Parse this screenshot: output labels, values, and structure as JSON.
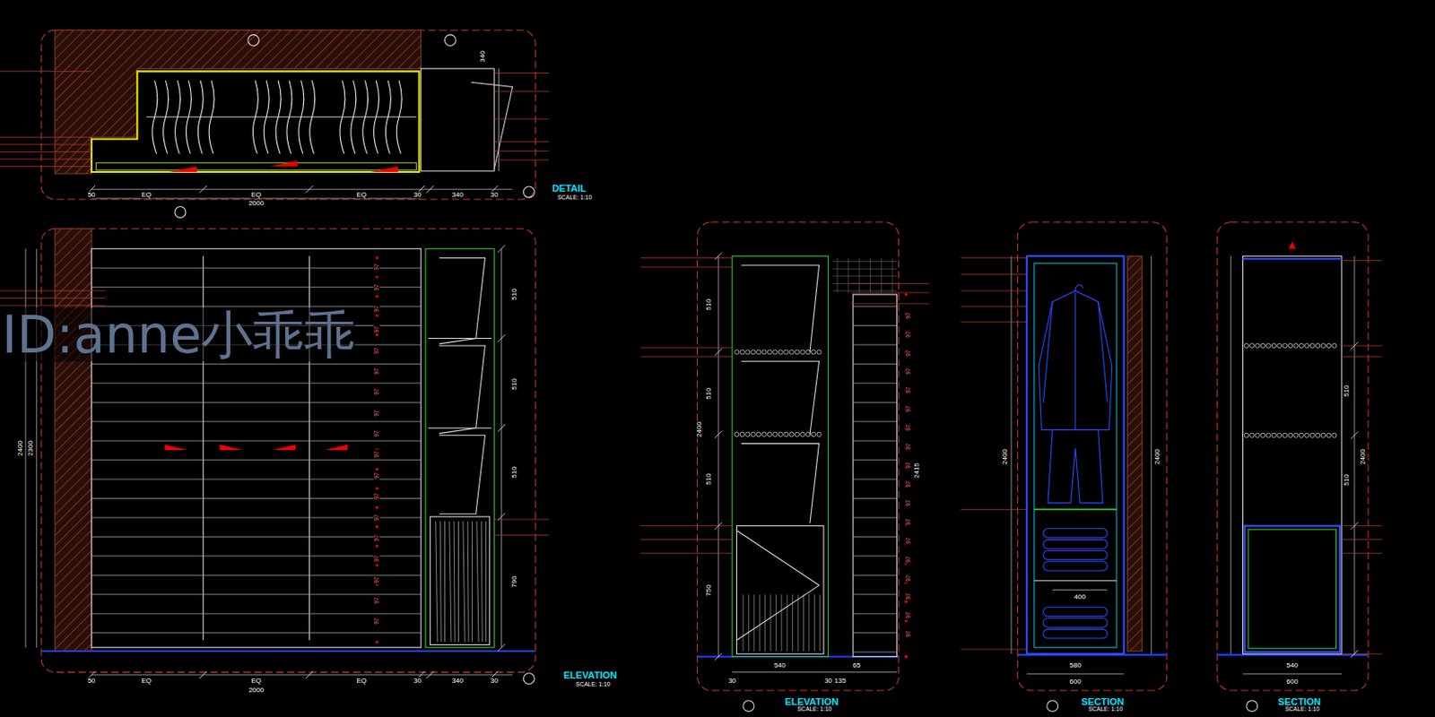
{
  "diagram": {
    "labels": [
      "50",
      "EQ",
      "EQ",
      "EQ",
      "30",
      "340",
      "30",
      "2000",
      "340",
      "DETAIL",
      "SCALE: 1:10",
      "50",
      "EQ",
      "EQ",
      "EQ",
      "30",
      "340",
      "30",
      "2000",
      "510",
      "510",
      "510",
      "790",
      "2400",
      "2300",
      "ELEVATION",
      "SCALE: 1:10",
      "97",
      "97",
      "97",
      "97",
      "97",
      "97",
      "97",
      "97",
      "97",
      "97",
      "97",
      "97",
      "97",
      "97",
      "97",
      "97",
      "97",
      "97",
      "510",
      "510",
      "510",
      "750",
      "2400",
      "540",
      "30",
      "30",
      "135",
      "65",
      "2415",
      "ELEVATION",
      "SCALE: 1:10",
      "97",
      "97",
      "97",
      "97",
      "97",
      "97",
      "97",
      "97",
      "97",
      "97",
      "97",
      "97",
      "97",
      "97",
      "97",
      "97",
      "97",
      "97",
      "580",
      "600",
      "400",
      "2400",
      "2400",
      "SECTION",
      "SCALE: 1:10",
      "540",
      "600",
      "510",
      "510",
      "2400",
      "SECTION",
      "SCALE: 1:10",
      "ID:anne小乖乖"
    ]
  }
}
